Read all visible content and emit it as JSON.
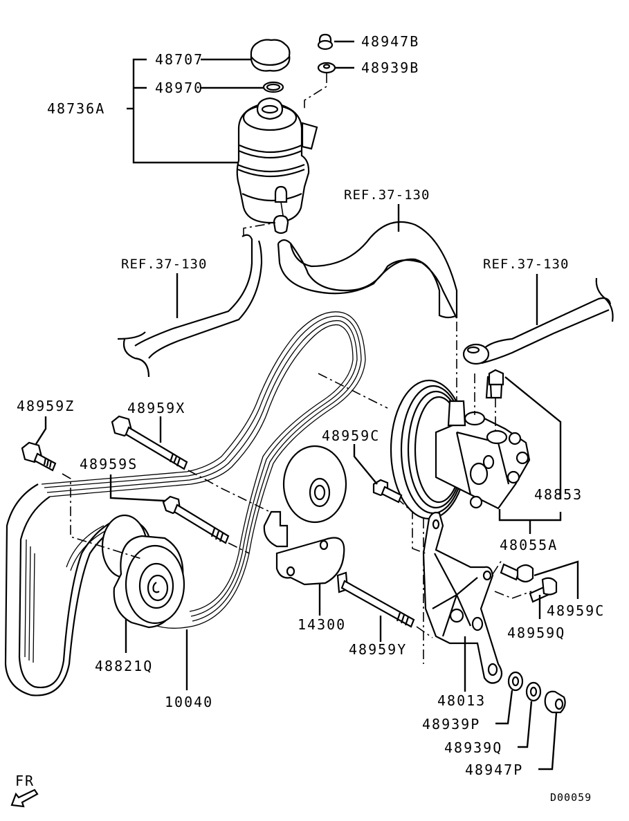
{
  "diagram": {
    "title_code": "D00059",
    "direction_label": "FR",
    "parts": {
      "reservoir_assembly": "48736A",
      "reservoir_cap": "48707",
      "cap_seal": "48970",
      "reservoir_nut": "48947B",
      "reservoir_washer": "48939B",
      "bolt_z": "48959Z",
      "bolt_x": "48959X",
      "bolt_s": "48959S",
      "bolt_c_upper": "48959C",
      "pump_fitting": "48853",
      "pump_assembly": "48055A",
      "bolt_c_lower": "48959C",
      "bolt_q": "48959Q",
      "tensioner": "14300",
      "bolt_y": "48959Y",
      "idler_pulley": "48821Q",
      "drive_belt": "10040",
      "bracket": "48013",
      "washer_p": "48939P",
      "washer_q": "48939Q",
      "nut_p": "48947P"
    },
    "references": {
      "return_hose": "REF.37-130",
      "suction_hose": "REF.37-130",
      "pressure_hose": "REF.37-130"
    }
  }
}
